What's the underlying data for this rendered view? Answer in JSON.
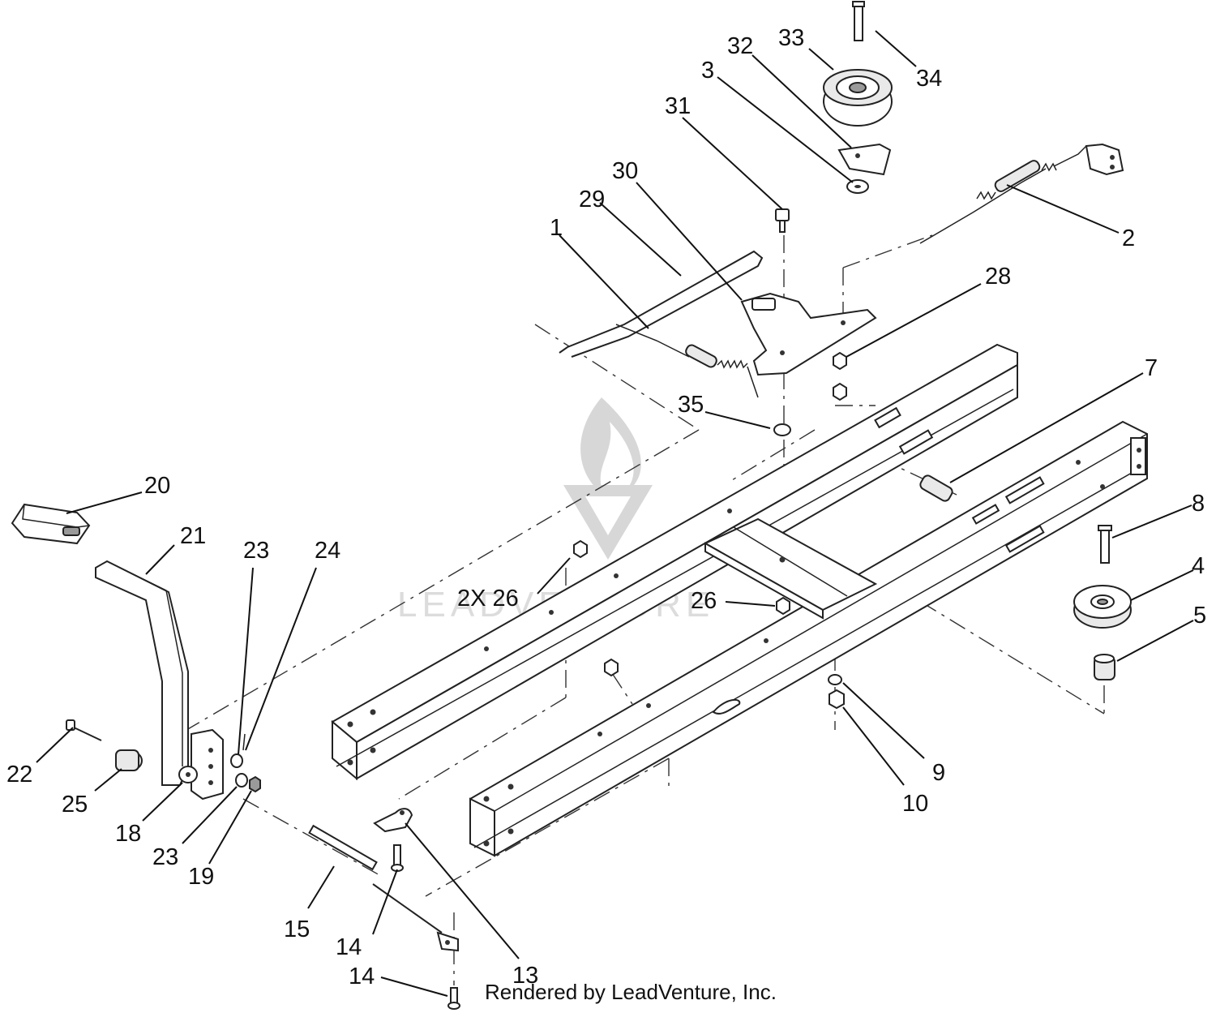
{
  "watermark": {
    "text": "LEADVENTURE"
  },
  "footer": {
    "text": "Rendered by LeadVenture, Inc."
  },
  "callouts": {
    "c1": "1",
    "c2": "2",
    "c3": "3",
    "c4": "4",
    "c5": "5",
    "c7": "7",
    "c8": "8",
    "c9": "9",
    "c10": "10",
    "c13": "13",
    "c14a": "14",
    "c14b": "14",
    "c15": "15",
    "c18": "18",
    "c19": "19",
    "c20": "20",
    "c21": "21",
    "c22": "22",
    "c23a": "23",
    "c23b": "23",
    "c24": "24",
    "c25": "25",
    "c26a": "2X 26",
    "c26b": "26",
    "c28": "28",
    "c29": "29",
    "c30": "30",
    "c31": "31",
    "c32": "32",
    "c33": "33",
    "c34": "34",
    "c35": "35"
  }
}
